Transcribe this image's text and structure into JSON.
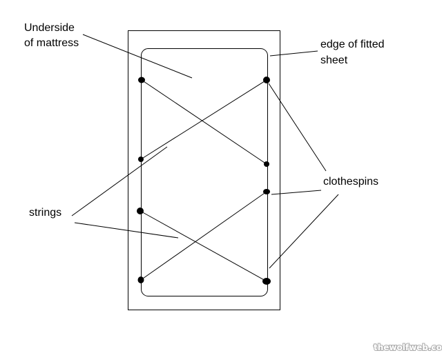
{
  "labels": {
    "mattress_line1": "Underside",
    "mattress_line2": "of mattress",
    "sheet_line1": "edge of fitted",
    "sheet_line2": "sheet",
    "clothespins": "clothespins",
    "strings": "strings"
  },
  "watermark": "thewolfweb.com"
}
